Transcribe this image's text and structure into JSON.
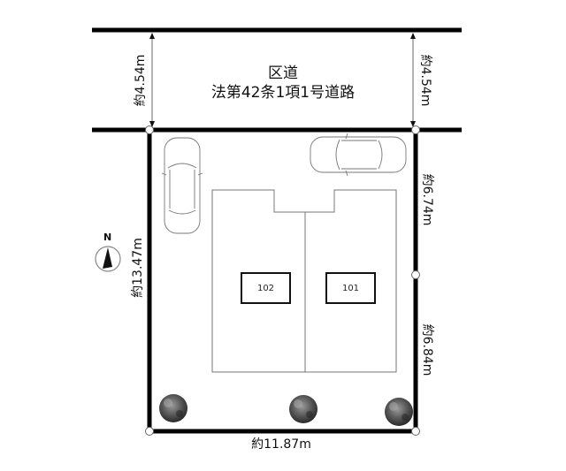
{
  "road": {
    "name": "区道",
    "classification": "法第42条1項1号道路",
    "width_left": "約4.54m",
    "width_right": "約4.54m"
  },
  "site": {
    "left_side": "約13.47m",
    "right_side_upper": "約6.74m",
    "right_side_lower": "約6.84m",
    "bottom_side": "約11.87m"
  },
  "units": [
    {
      "label": "102"
    },
    {
      "label": "101"
    }
  ],
  "compass": {
    "label": "N"
  },
  "icons": [
    "car-icon",
    "car-icon",
    "tree-icon",
    "tree-icon",
    "tree-icon",
    "north-arrow-icon"
  ],
  "colors": {
    "line": "#000000",
    "building_outline": "#555555",
    "background": "#ffffff"
  }
}
